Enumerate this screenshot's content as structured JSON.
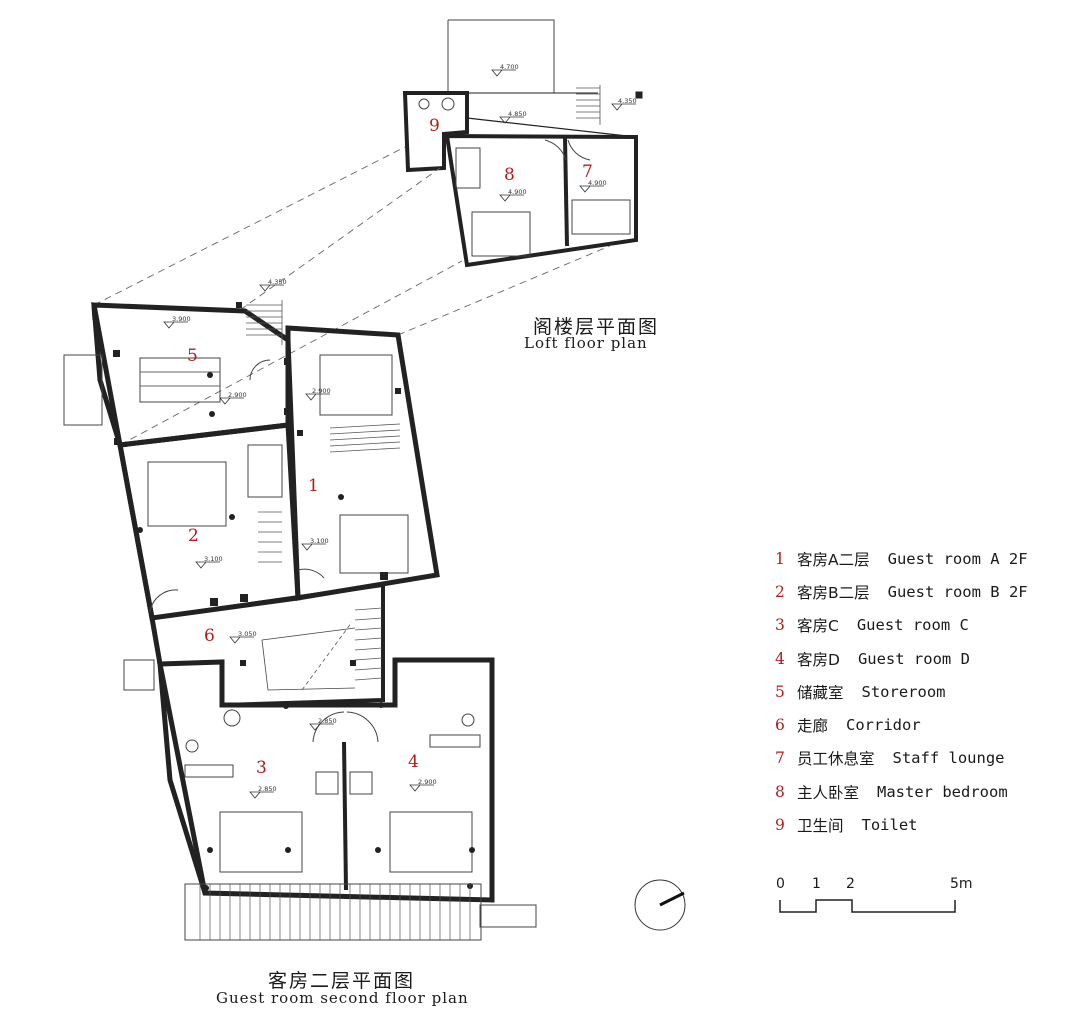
{
  "titles": {
    "loft_cn": "阁楼层平面图",
    "loft_en": "Loft floor plan",
    "second_cn": "客房二层平面图",
    "second_en": "Guest room second floor plan"
  },
  "legend": [
    {
      "num": "1",
      "cn": "客房A二层",
      "en": "Guest room A 2F"
    },
    {
      "num": "2",
      "cn": "客房B二层",
      "en": "Guest room B 2F"
    },
    {
      "num": "3",
      "cn": "客房C",
      "en": "Guest room C"
    },
    {
      "num": "4",
      "cn": "客房D",
      "en": "Guest room D"
    },
    {
      "num": "5",
      "cn": "储藏室",
      "en": "Storeroom"
    },
    {
      "num": "6",
      "cn": "走廊",
      "en": "Corridor"
    },
    {
      "num": "7",
      "cn": "员工休息室",
      "en": "Staff lounge"
    },
    {
      "num": "8",
      "cn": "主人卧室",
      "en": "Master bedroom"
    },
    {
      "num": "9",
      "cn": "卫生间",
      "en": "Toilet"
    }
  ],
  "room_numbers": {
    "r1": "1",
    "r2": "2",
    "r3": "3",
    "r4": "4",
    "r5": "5",
    "r6": "6",
    "r7": "7",
    "r8": "8",
    "r9": "9"
  },
  "levels": {
    "l4700": "4.700",
    "l4850": "4.850",
    "l4350_loft": "4.350",
    "l4900_a": "4.900",
    "l4900_b": "4.900",
    "l4350": "4.350",
    "l3900": "3.900",
    "l2900_a": "2.900",
    "l2900_b": "2.900",
    "l3100_a": "3.100",
    "l3100_b": "3.100",
    "l3050": "3.050",
    "l2850_a": "2.850",
    "l2850_b": "2.850",
    "l2900_c": "2.900"
  },
  "scale": {
    "t0": "0",
    "t1": "1",
    "t2": "2",
    "t5": "5m"
  },
  "colors": {
    "accent": "#b01b1b",
    "line": "#1a1a1a",
    "thin": "#555555"
  }
}
